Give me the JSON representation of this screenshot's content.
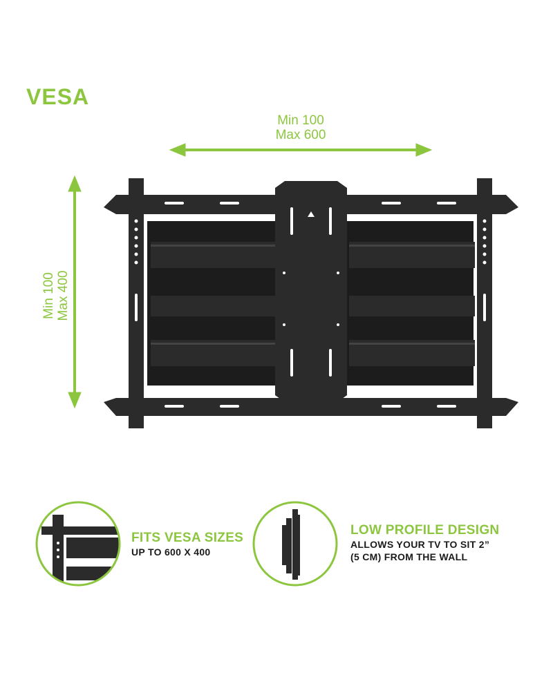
{
  "title": "VESA",
  "horizontal_dimension": {
    "line1": "Min 100",
    "line2": "Max 600"
  },
  "vertical_dimension": {
    "line1": "Min 100",
    "line2": "Max 400"
  },
  "features": [
    {
      "heading": "FITS VESA SIZES",
      "lines": [
        "UP TO 600 X 400"
      ]
    },
    {
      "heading": "LOW PROFILE DESIGN",
      "lines": [
        "ALLOWS YOUR TV TO SIT 2”",
        "(5 CM) FROM THE WALL"
      ]
    }
  ],
  "colors": {
    "accent": "#8cc63f",
    "mount": "#2b2b2b",
    "mount_dark": "#1c1c1c",
    "text": "#1a1a1a",
    "background": "#ffffff"
  },
  "icons": {
    "main": "tv-wall-mount-icon",
    "circle1": "mount-closeup-icon",
    "circle2": "mount-side-profile-icon"
  }
}
